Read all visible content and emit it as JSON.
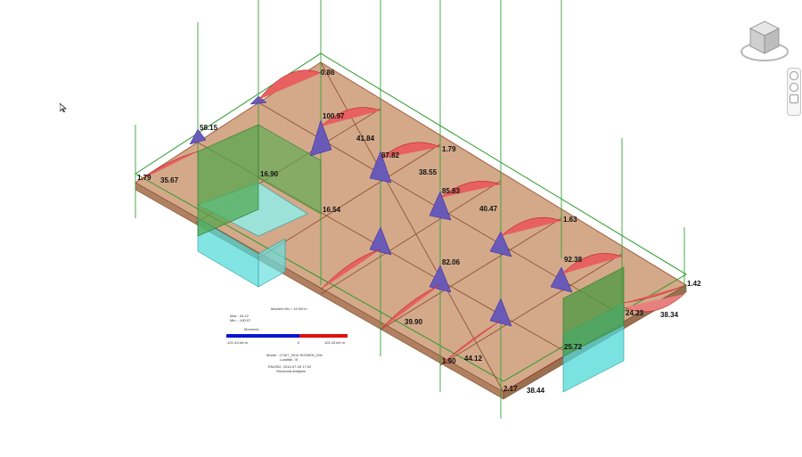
{
  "viewcube": {
    "icon": "viewcube-icon"
  },
  "navbar": {
    "buttons": [
      "steering-wheel-icon",
      "zoom-icon",
      "pan-icon"
    ]
  },
  "legend": {
    "title": "Moment Mx > 10 kN·m",
    "max": "Max : 44.12",
    "min": "Min : -100.97",
    "scale_label": "Moments",
    "neg_end": "-101.43 kN·m",
    "zero": "0",
    "pos_end": "101.43 kN·m",
    "neg_color": "#0a14d2",
    "pos_color": "#e01010",
    "info1": "Model : 17407_2014 SGS4EN_20b",
    "info2": "Loadfall : B",
    "info3": "EN1992, 2014-07-03 17:02",
    "info4": "Structural Analysis"
  },
  "moment_labels": [
    "0.86",
    "58.15",
    "100.97",
    "41.84",
    "1.79",
    "35.67",
    "16.90",
    "87.82",
    "1.79",
    "38.55",
    "16.54",
    "85.83",
    "40.47",
    "1.63",
    "82.06",
    "92.38",
    "1.42",
    "39.90",
    "24.23",
    "38.34",
    "1.90",
    "44.12",
    "25.72",
    "2.17",
    "38.44"
  ]
}
